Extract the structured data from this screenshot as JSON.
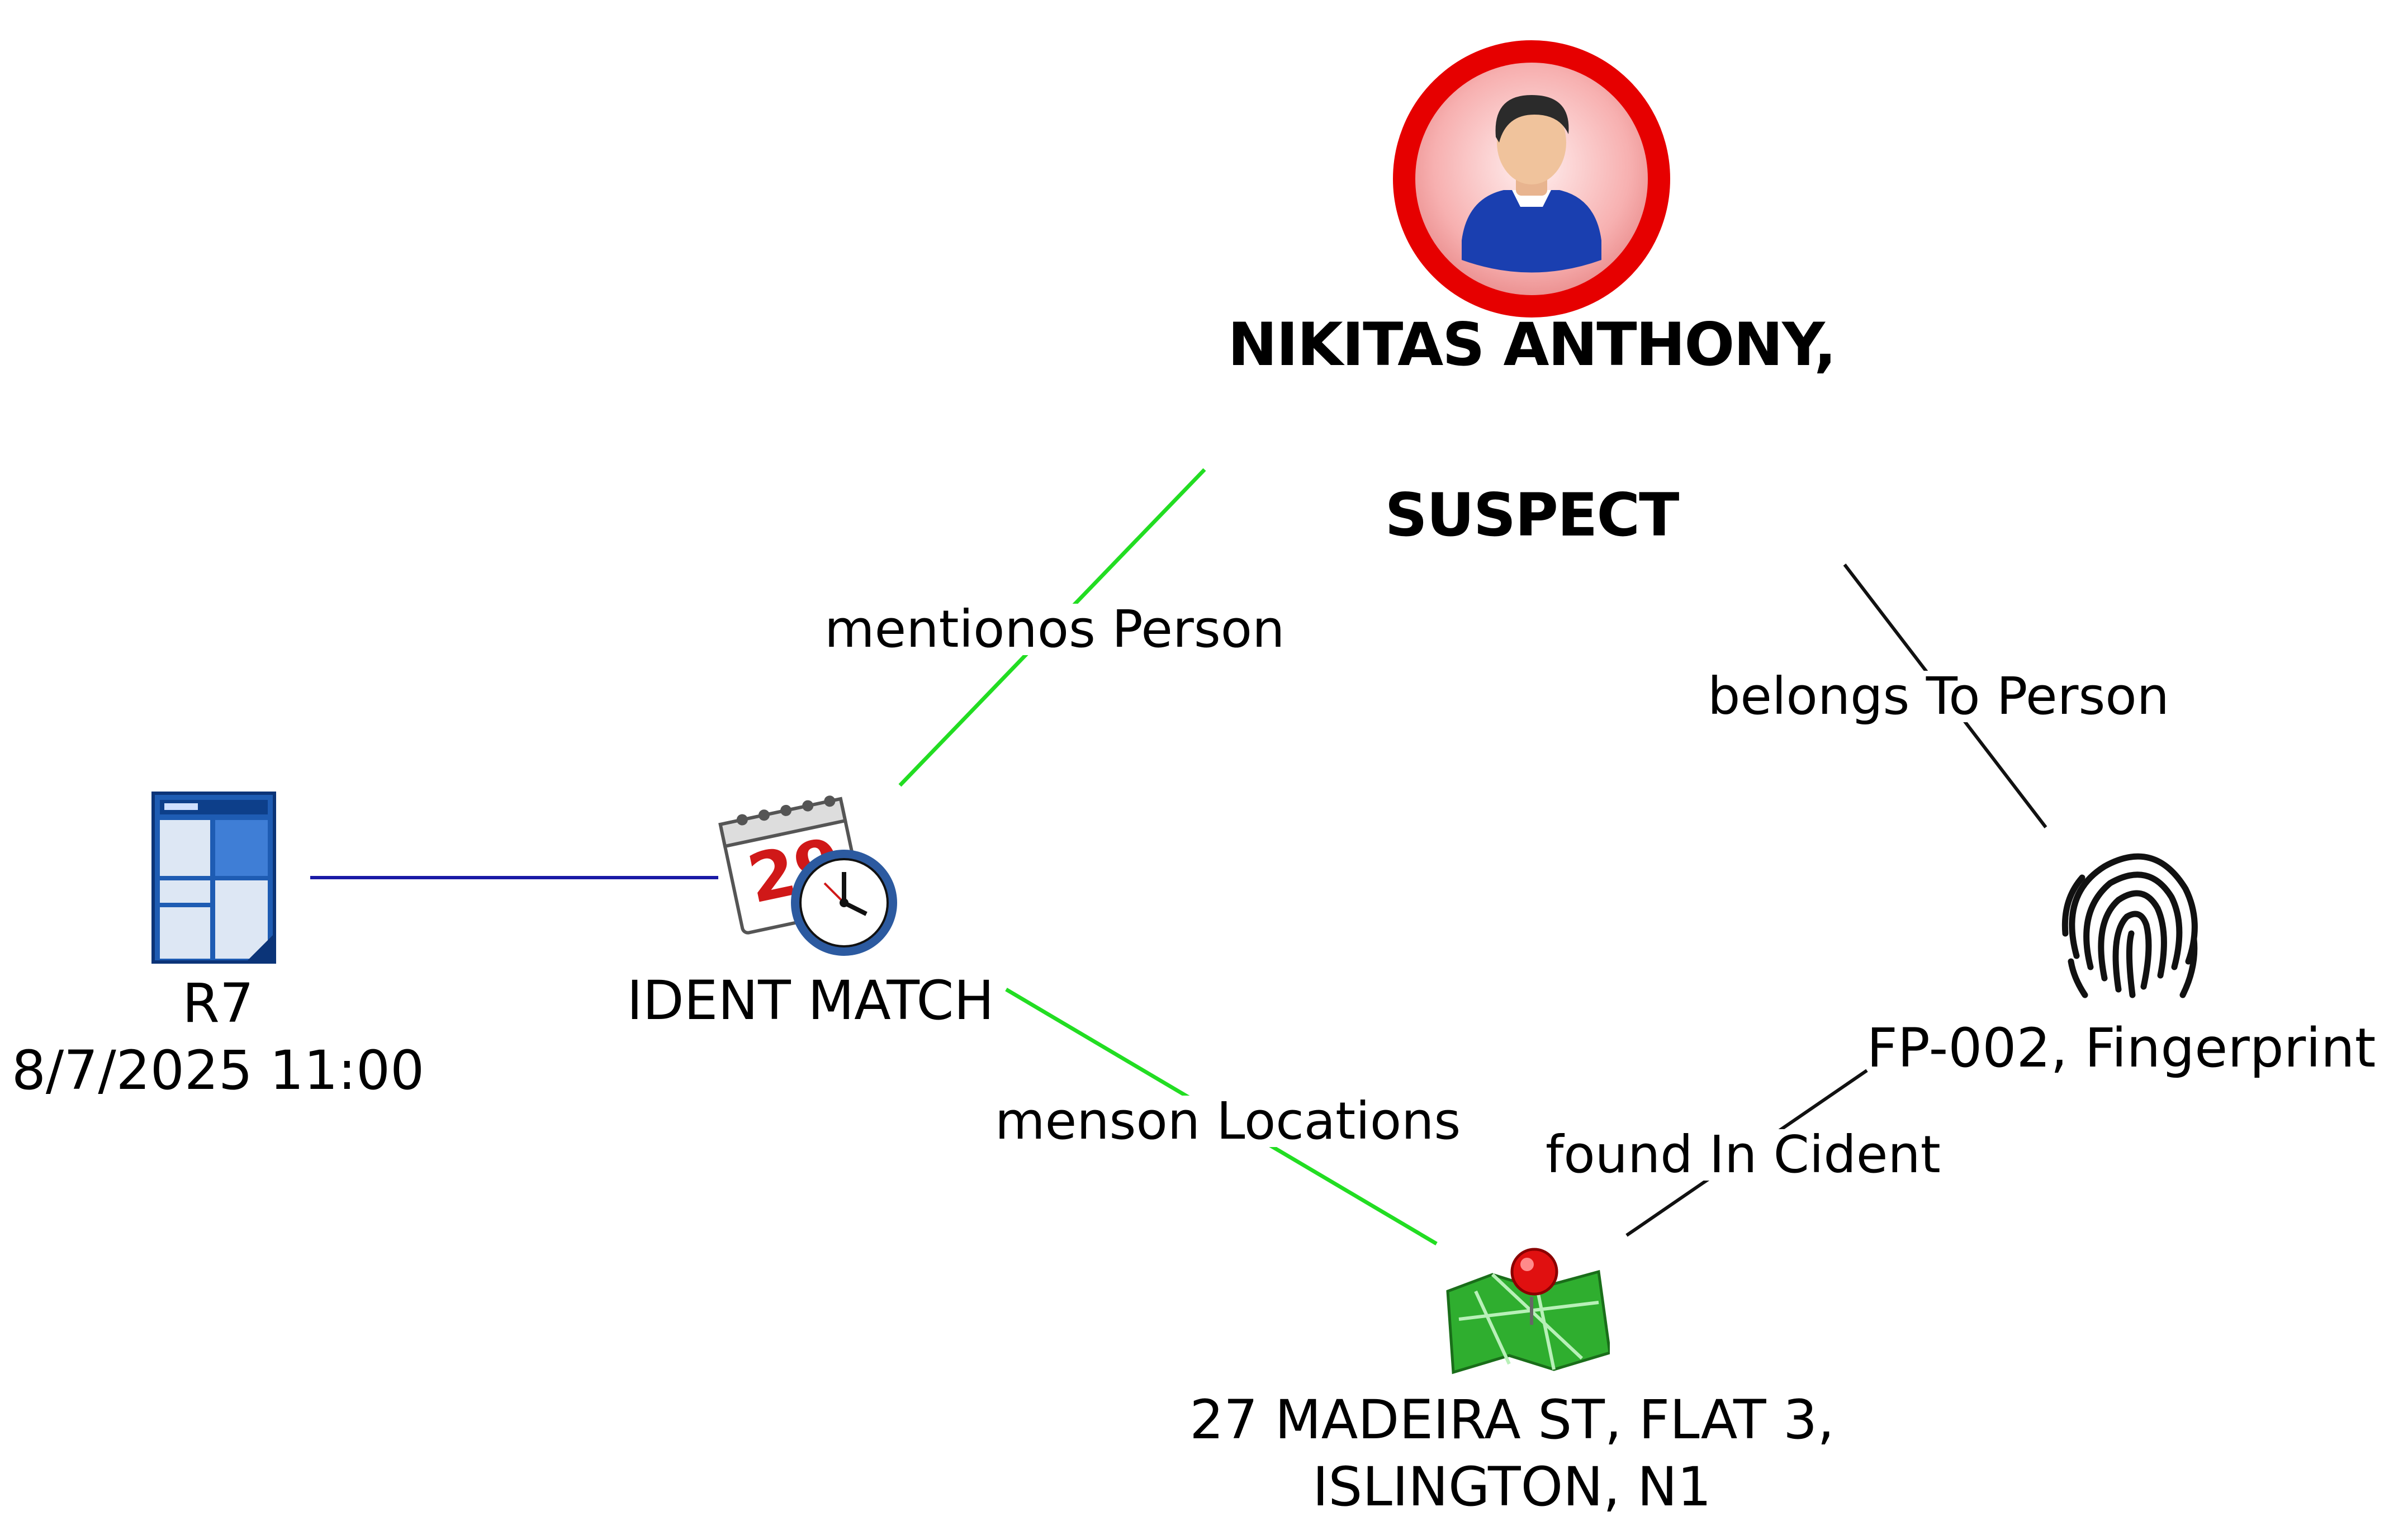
{
  "nodes": {
    "suspect": {
      "name_line1": "NIKITAS ANTHONY,",
      "name_line2": "SUSPECT",
      "icon": "person-avatar-icon",
      "ring_color": "#e60000"
    },
    "report": {
      "line1": "R7",
      "line2": "8/7/2025 11:00",
      "icon": "document-report-icon"
    },
    "event": {
      "label": "IDENT MATCH",
      "icon": "calendar-clock-icon"
    },
    "fingerprint": {
      "label": "FP-002, Fingerprint",
      "icon": "fingerprint-icon"
    },
    "location": {
      "line1": "27 MADEIRA ST, FLAT 3,",
      "line2": "ISLINGTON, N1",
      "icon": "map-pin-icon"
    }
  },
  "links": [
    {
      "id": "report-event",
      "label": "",
      "color": "#1a1aa6"
    },
    {
      "id": "event-suspect",
      "label": "mentionos Person",
      "color": "#22dd22"
    },
    {
      "id": "event-location",
      "label": "menson Locations",
      "color": "#22dd22"
    },
    {
      "id": "fingerprint-suspect",
      "label": "belongs To Person",
      "color": "#111111"
    },
    {
      "id": "location-fingerprint",
      "label": "found In Cident",
      "color": "#111111"
    }
  ]
}
